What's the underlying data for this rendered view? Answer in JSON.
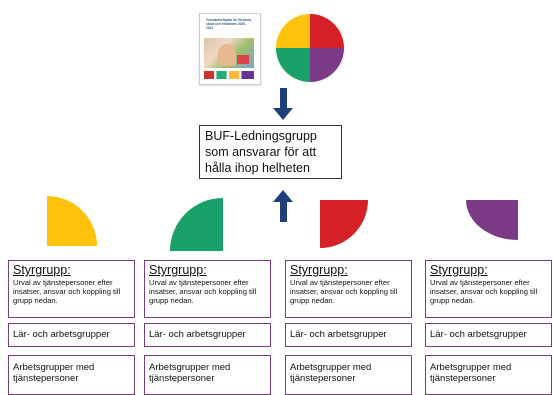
{
  "document": {
    "title_lines": [
      "Verksamhetsplan för förskola,",
      "skola och fritidshem 2020-",
      "2023"
    ]
  },
  "pie": {
    "colors": [
      "#d62027",
      "#7a3a86",
      "#1aa069",
      "#ffc20e"
    ],
    "quadrants": [
      "",
      "",
      "",
      ""
    ]
  },
  "center_box": {
    "lines": [
      "BUF-Ledningsgrupp",
      "som ansvarar för att",
      "hålla ihop helheten"
    ]
  },
  "wedges": [
    {
      "color": "#ffc20e",
      "text": ""
    },
    {
      "color": "#1aa069",
      "text": ""
    },
    {
      "color": "#d62027",
      "text": ""
    },
    {
      "color": "#7a3a86",
      "text": ""
    }
  ],
  "columns": [
    {
      "styr_title": "Styrgrupp:",
      "styr_desc": "Urval av tjänstepersoner efter insatser, ansvar och koppling till grupp nedan.",
      "lar": "Lär- och arbetsgrupper",
      "arb_lines": [
        "Arbetsgrupper med",
        "tjänstepersoner"
      ]
    },
    {
      "styr_title": "Styrgrupp:",
      "styr_desc": "Urval av tjänstepersoner efter insatser, ansvar och koppling till grupp nedan.",
      "lar": "Lär- och arbetsgrupper",
      "arb_lines": [
        "Arbetsgrupper med",
        "tjänstepersoner"
      ]
    },
    {
      "styr_title": "Styrgrupp:",
      "styr_desc": "Urval av tjänstepersoner efter insatser, ansvar och koppling till grupp nedan.",
      "lar": "Lär- och arbetsgrupper",
      "arb_lines": [
        "Arbetsgrupper med",
        "tjänstepersoner"
      ]
    },
    {
      "styr_title": "Styrgrupp:",
      "styr_desc": "Urval av tjänstepersoner efter insatser, ansvar och koppling till grupp nedan.",
      "lar": "Lär- och arbetsgrupper",
      "arb_lines": [
        "Arbetsgrupper med",
        "tjänstepersoner"
      ]
    }
  ]
}
